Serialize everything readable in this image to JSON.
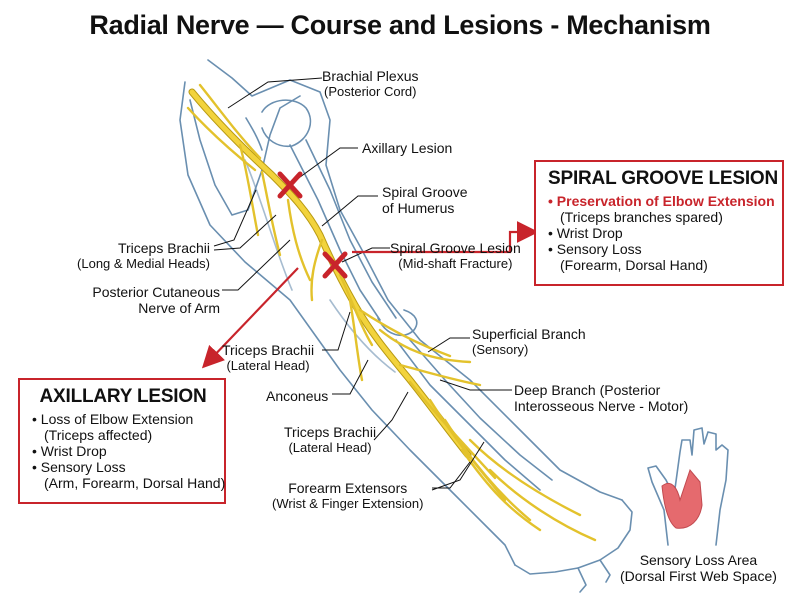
{
  "title": "Radial Nerve — Course and Lesions - Mechanism",
  "labels": {
    "brachial_plexus": "Brachial Plexus",
    "brachial_plexus_sub": "(Posterior Cord)",
    "axillary_lesion": "Axillary Lesion",
    "spiral_groove": "Spiral Groove",
    "spiral_groove_sub": "of Humerus",
    "spiral_groove_lesion": "Spiral Groove Lesion",
    "spiral_groove_lesion_sub": "(Mid-shaft Fracture)",
    "triceps_long_medial": "Triceps Brachii",
    "triceps_long_medial_sub": "(Long & Medial Heads)",
    "post_cutaneous": "Posterior Cutaneous",
    "post_cutaneous_sub": "Nerve of Arm",
    "triceps_lateral_1": "Triceps Brachii",
    "triceps_lateral_1_sub": "(Lateral Head)",
    "superficial_branch": "Superficial Branch",
    "superficial_branch_sub": "(Sensory)",
    "anconeus": "Anconeus",
    "deep_branch": "Deep Branch (Posterior",
    "deep_branch_sub": "Interosseous Nerve - Motor)",
    "triceps_lateral_2": "Triceps Brachii",
    "triceps_lateral_2_sub": "(Lateral Head)",
    "forearm_extensors": "Forearm Extensors",
    "forearm_extensors_sub": "(Wrist & Finger Extension)",
    "sensory_loss_area": "Sensory Loss Area",
    "sensory_loss_area_sub": "(Dorsal First Web Space)"
  },
  "spiral_box": {
    "title": "SPIRAL GROOVE LESION",
    "item1": "Preservation of Elbow Extension",
    "item1_note": "(Triceps branches spared)",
    "item2": "Wrist Drop",
    "item3": "Sensory Loss",
    "item3_note": "(Forearm, Dorsal Hand)"
  },
  "axillary_box": {
    "title": "AXILLARY LESION",
    "item1": "Loss of Elbow Extension",
    "item1_note": "(Triceps affected)",
    "item2": "Wrist Drop",
    "item3": "Sensory Loss",
    "item3_note": "(Arm, Forearm, Dorsal Hand)"
  },
  "colors": {
    "nerve": "#f2d33c",
    "nerve_outline": "#b89a12",
    "outline": "#6a8fb0",
    "lesion": "#c8242b",
    "sensory_area": "#e56a6e"
  },
  "icons": [
    "lesion-x-icon",
    "arrow-right-icon",
    "arrow-down-left-icon"
  ]
}
